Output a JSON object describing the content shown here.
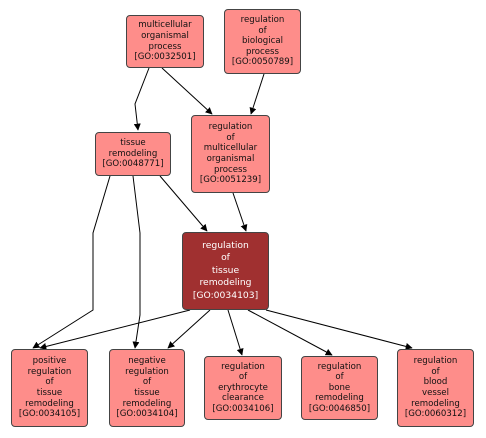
{
  "nodes": {
    "multicellular_organismal_process": {
      "lines": [
        "multicellular",
        "organismal",
        "process",
        "[GO:0032501]"
      ]
    },
    "regulation_of_biological_process": {
      "lines": [
        "regulation",
        "of",
        "biological",
        "process",
        "[GO:0050789]"
      ]
    },
    "tissue_remodeling": {
      "lines": [
        "tissue",
        "remodeling",
        "[GO:0048771]"
      ]
    },
    "regulation_of_multicellular_organismal_process": {
      "lines": [
        "regulation",
        "of",
        "multicellular",
        "organismal",
        "process",
        "[GO:0051239]"
      ]
    },
    "regulation_of_tissue_remodeling": {
      "lines": [
        "regulation",
        "of",
        "tissue",
        "remodeling",
        "[GO:0034103]"
      ]
    },
    "positive_regulation_of_tissue_remodeling": {
      "lines": [
        "positive",
        "regulation",
        "of",
        "tissue",
        "remodeling",
        "[GO:0034105]"
      ]
    },
    "negative_regulation_of_tissue_remodeling": {
      "lines": [
        "negative",
        "regulation",
        "of",
        "tissue",
        "remodeling",
        "[GO:0034104]"
      ]
    },
    "regulation_of_erythrocyte_clearance": {
      "lines": [
        "regulation",
        "of",
        "erythrocyte",
        "clearance",
        "[GO:0034106]"
      ]
    },
    "regulation_of_bone_remodeling": {
      "lines": [
        "regulation",
        "of",
        "bone",
        "remodeling",
        "[GO:0046850]"
      ]
    },
    "regulation_of_blood_vessel_remodeling": {
      "lines": [
        "regulation",
        "of",
        "blood",
        "vessel",
        "remodeling",
        "[GO:0060312]"
      ]
    }
  },
  "colors": {
    "node_fill": "#fe8d8a",
    "focus_fill": "#a03030",
    "edge": "#000000"
  }
}
